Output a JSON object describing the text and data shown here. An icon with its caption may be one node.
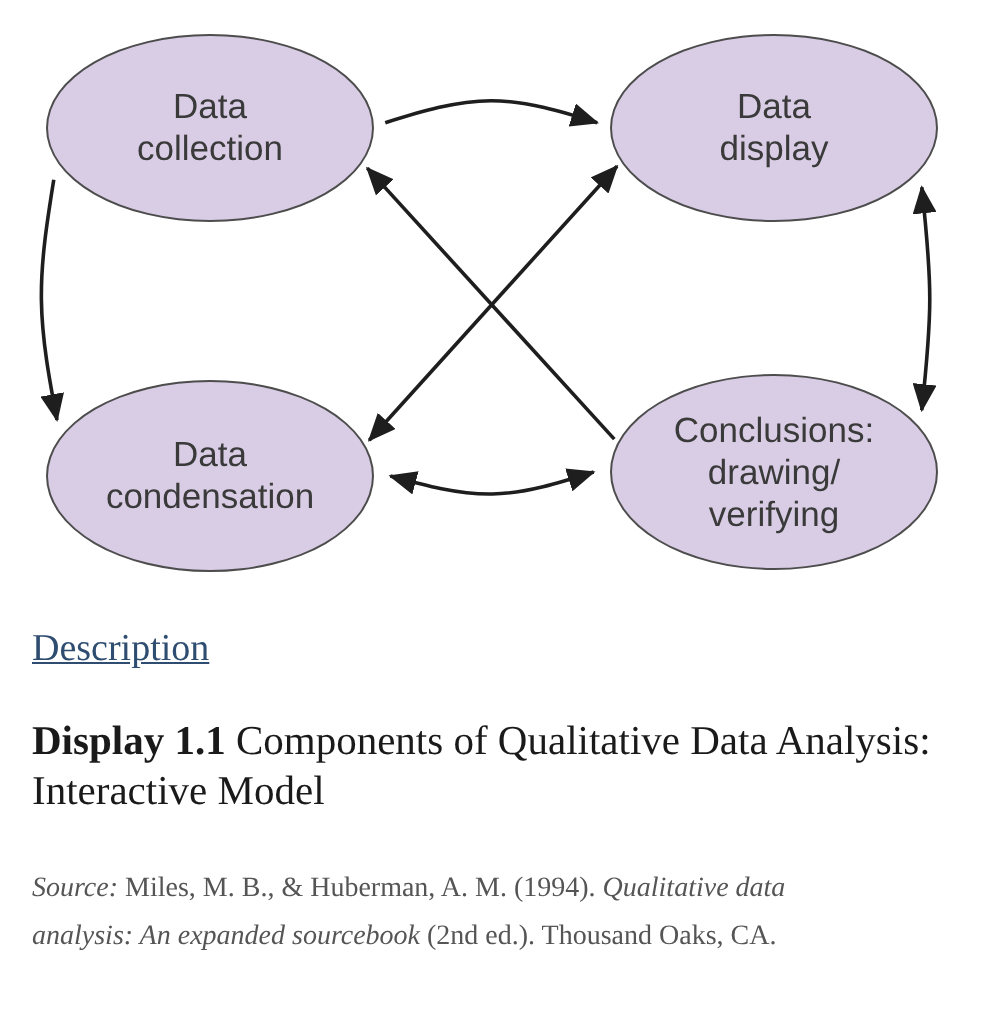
{
  "diagram": {
    "caption": "**Display 1.1** Components of Qualitative Data Analysis: Interactive Model",
    "nodes": [
      {
        "text": [
          "Data collection"
        ]
      },
      {
        "text": [
          "Data display"
        ]
      },
      {
        "text": [
          "Data condensation"
        ]
      },
      {
        "text": [
          "Conclusions: drawing/ verifying"
        ]
      }
    ],
    "edges": [
      {
        "from": 0,
        "to": 1,
        "arrow": "to"
      },
      {
        "from": 0,
        "to": 2,
        "arrow": "to"
      },
      {
        "from": 1,
        "to": 3,
        "arrow": "both"
      },
      {
        "from": 2,
        "to": 3,
        "arrow": "both"
      },
      {
        "from": 3,
        "to": 0,
        "arrow": "to"
      },
      {
        "from": 1,
        "to": 2,
        "arrow": "both"
      }
    ],
    "labels": [
      "Description",
      "*Source:* Miles, M. B., & Huberman, A. M. (1994). *Qualitative data analysis: An expanded sourcebook* (2nd ed.). Thousand Oaks, CA."
    ]
  }
}
